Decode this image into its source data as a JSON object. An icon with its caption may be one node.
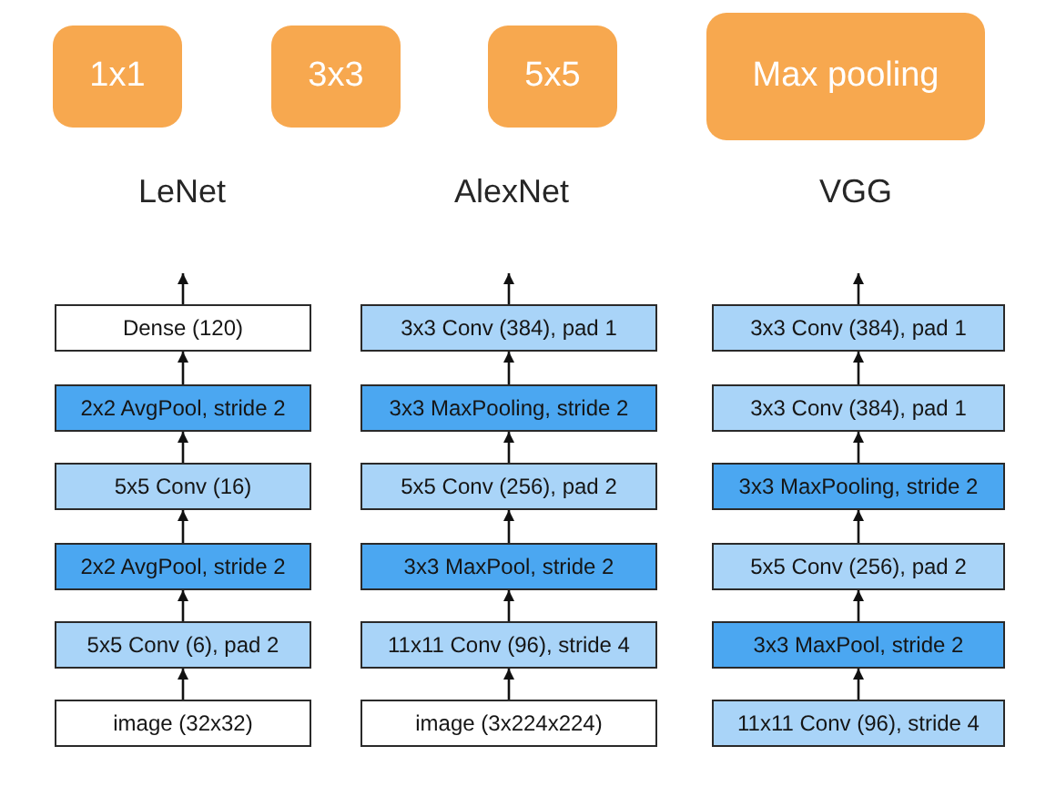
{
  "diagram": {
    "nodes": [
      {
        "text": [
          "1x1"
        ]
      },
      {
        "text": [
          "3x3"
        ]
      },
      {
        "text": [
          "5x5"
        ]
      },
      {
        "text": [
          "Max pooling"
        ]
      },
      {
        "text": [
          "Dense (120)"
        ]
      },
      {
        "text": [
          "2x2 AvgPool, stride 2"
        ]
      },
      {
        "text": [
          "5x5 Conv (16)"
        ]
      },
      {
        "text": [
          "2x2 AvgPool, stride 2"
        ]
      },
      {
        "text": [
          "5x5 Conv (6), pad 2"
        ]
      },
      {
        "text": [
          "image (32x32)"
        ]
      },
      {
        "text": [
          "3x3 Conv (384), pad 1"
        ]
      },
      {
        "text": [
          "3x3 MaxPooling, stride 2"
        ]
      },
      {
        "text": [
          "5x5 Conv (256), pad 2"
        ]
      },
      {
        "text": [
          "3x3 MaxPool, stride 2"
        ]
      },
      {
        "text": [
          "11x11 Conv (96), stride 4"
        ]
      },
      {
        "text": [
          "image (3x224x224)"
        ]
      },
      {
        "text": [
          "3x3 Conv (384), pad 1"
        ]
      },
      {
        "text": [
          "3x3 Conv (384), pad 1"
        ]
      },
      {
        "text": [
          "3x3 MaxPooling, stride 2"
        ]
      },
      {
        "text": [
          "5x5 Conv (256), pad 2"
        ]
      },
      {
        "text": [
          "3x3 MaxPool, stride 2"
        ]
      },
      {
        "text": [
          "11x11 Conv (96), stride 4"
        ]
      }
    ],
    "edges": [
      {
        "from": 9,
        "to": 8,
        "arrow": "to"
      },
      {
        "from": 8,
        "to": 7,
        "arrow": "to"
      },
      {
        "from": 7,
        "to": 6,
        "arrow": "to"
      },
      {
        "from": 6,
        "to": 5,
        "arrow": "to"
      },
      {
        "from": 5,
        "to": 4,
        "arrow": "to"
      },
      {
        "from": 4,
        "to": null,
        "arrow": "to"
      },
      {
        "from": 15,
        "to": 14,
        "arrow": "to"
      },
      {
        "from": 14,
        "to": 13,
        "arrow": "to"
      },
      {
        "from": 13,
        "to": 12,
        "arrow": "to"
      },
      {
        "from": 12,
        "to": 11,
        "arrow": "to"
      },
      {
        "from": 11,
        "to": 10,
        "arrow": "to"
      },
      {
        "from": 10,
        "to": null,
        "arrow": "to"
      },
      {
        "from": 21,
        "to": 20,
        "arrow": "to"
      },
      {
        "from": 20,
        "to": 19,
        "arrow": "to"
      },
      {
        "from": 19,
        "to": 18,
        "arrow": "to"
      },
      {
        "from": 18,
        "to": 17,
        "arrow": "to"
      },
      {
        "from": 17,
        "to": 16,
        "arrow": "to"
      },
      {
        "from": 16,
        "to": null,
        "arrow": "to"
      }
    ],
    "labels": [
      "LeNet",
      "AlexNet",
      "VGG"
    ]
  }
}
